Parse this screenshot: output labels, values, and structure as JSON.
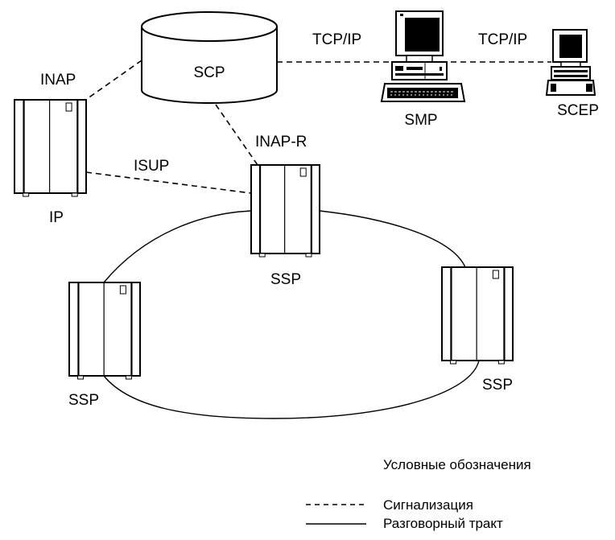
{
  "diagram": {
    "nodes": {
      "scp": {
        "label": "SCP",
        "kind": "database"
      },
      "smp": {
        "label": "SMP",
        "kind": "workstation"
      },
      "scep": {
        "label": "SCEP",
        "kind": "workstation"
      },
      "ip": {
        "label": "IP",
        "kind": "cabinet"
      },
      "ssp_center": {
        "label": "SSP",
        "kind": "cabinet"
      },
      "ssp_left": {
        "label": "SSP",
        "kind": "cabinet"
      },
      "ssp_right": {
        "label": "SSP",
        "kind": "cabinet"
      }
    },
    "links": [
      {
        "from": "scp",
        "to": "smp",
        "type": "signaling",
        "label": "TCP/IP"
      },
      {
        "from": "smp",
        "to": "scep",
        "type": "signaling",
        "label": "TCP/IP"
      },
      {
        "from": "scp",
        "to": "ip",
        "type": "signaling",
        "label": "INAP"
      },
      {
        "from": "scp",
        "to": "ssp_center",
        "type": "signaling",
        "label": "INAP-R"
      },
      {
        "from": "ip",
        "to": "ssp_center",
        "type": "signaling",
        "label": "ISUP"
      },
      {
        "from": "ssp_center",
        "to": "ssp_right",
        "type": "voice",
        "label": ""
      },
      {
        "from": "ssp_right",
        "to": "ssp_left",
        "type": "voice",
        "label": ""
      },
      {
        "from": "ssp_left",
        "to": "ssp_center",
        "type": "voice",
        "label": ""
      }
    ],
    "link_labels": {
      "tcpip_1": "TCP/IP",
      "tcpip_2": "TCP/IP",
      "inap": "INAP",
      "inap_r": "INAP-R",
      "isup": "ISUP"
    }
  },
  "legend": {
    "title": "Условные обозначения",
    "items": [
      {
        "style": "dashed",
        "label": "Сигнализация"
      },
      {
        "style": "solid",
        "label": "Разговорный тракт"
      }
    ]
  }
}
